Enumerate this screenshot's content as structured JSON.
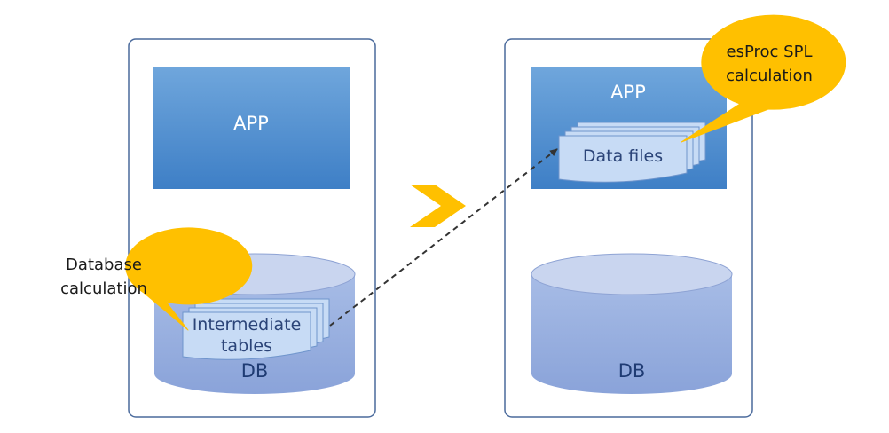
{
  "before_panel": {
    "app_label": "APP",
    "db_label": "DB",
    "file_stack_label_line1": "Intermediate",
    "file_stack_label_line2": "tables",
    "callout_line1": "Database",
    "callout_line2": "calculation"
  },
  "after_panel": {
    "app_label": "APP",
    "db_label": "DB",
    "file_stack_label": "Data files",
    "callout_line1": "esProc SPL",
    "callout_line2": "calculation"
  },
  "colors": {
    "panel_border": "#4a6a9c",
    "app_fill": "#5b9bd5",
    "db_fill": "#8ea9db",
    "db_top": "#c5d3ee",
    "callout_fill": "#ffc000",
    "arrow_chevron": "#ffc000",
    "connector": "#333333"
  },
  "icons": {
    "transition": "chevron-right-icon",
    "connector": "dashed-arrow-icon"
  }
}
